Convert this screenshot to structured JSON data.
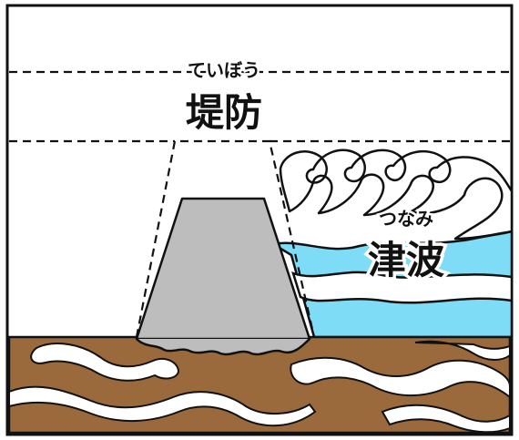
{
  "labels": {
    "seawall_ruby": "ていぼう",
    "seawall": "堤防",
    "tsunami_ruby": "つなみ",
    "tsunami": "津波"
  },
  "colors": {
    "background": "#ffffff",
    "outline": "#111111",
    "seawall_fill": "#bdbdbd",
    "water_fill": "#7fdcf6",
    "ground_fill": "#9a6a3d",
    "stripe_fill": "#ffffff"
  }
}
